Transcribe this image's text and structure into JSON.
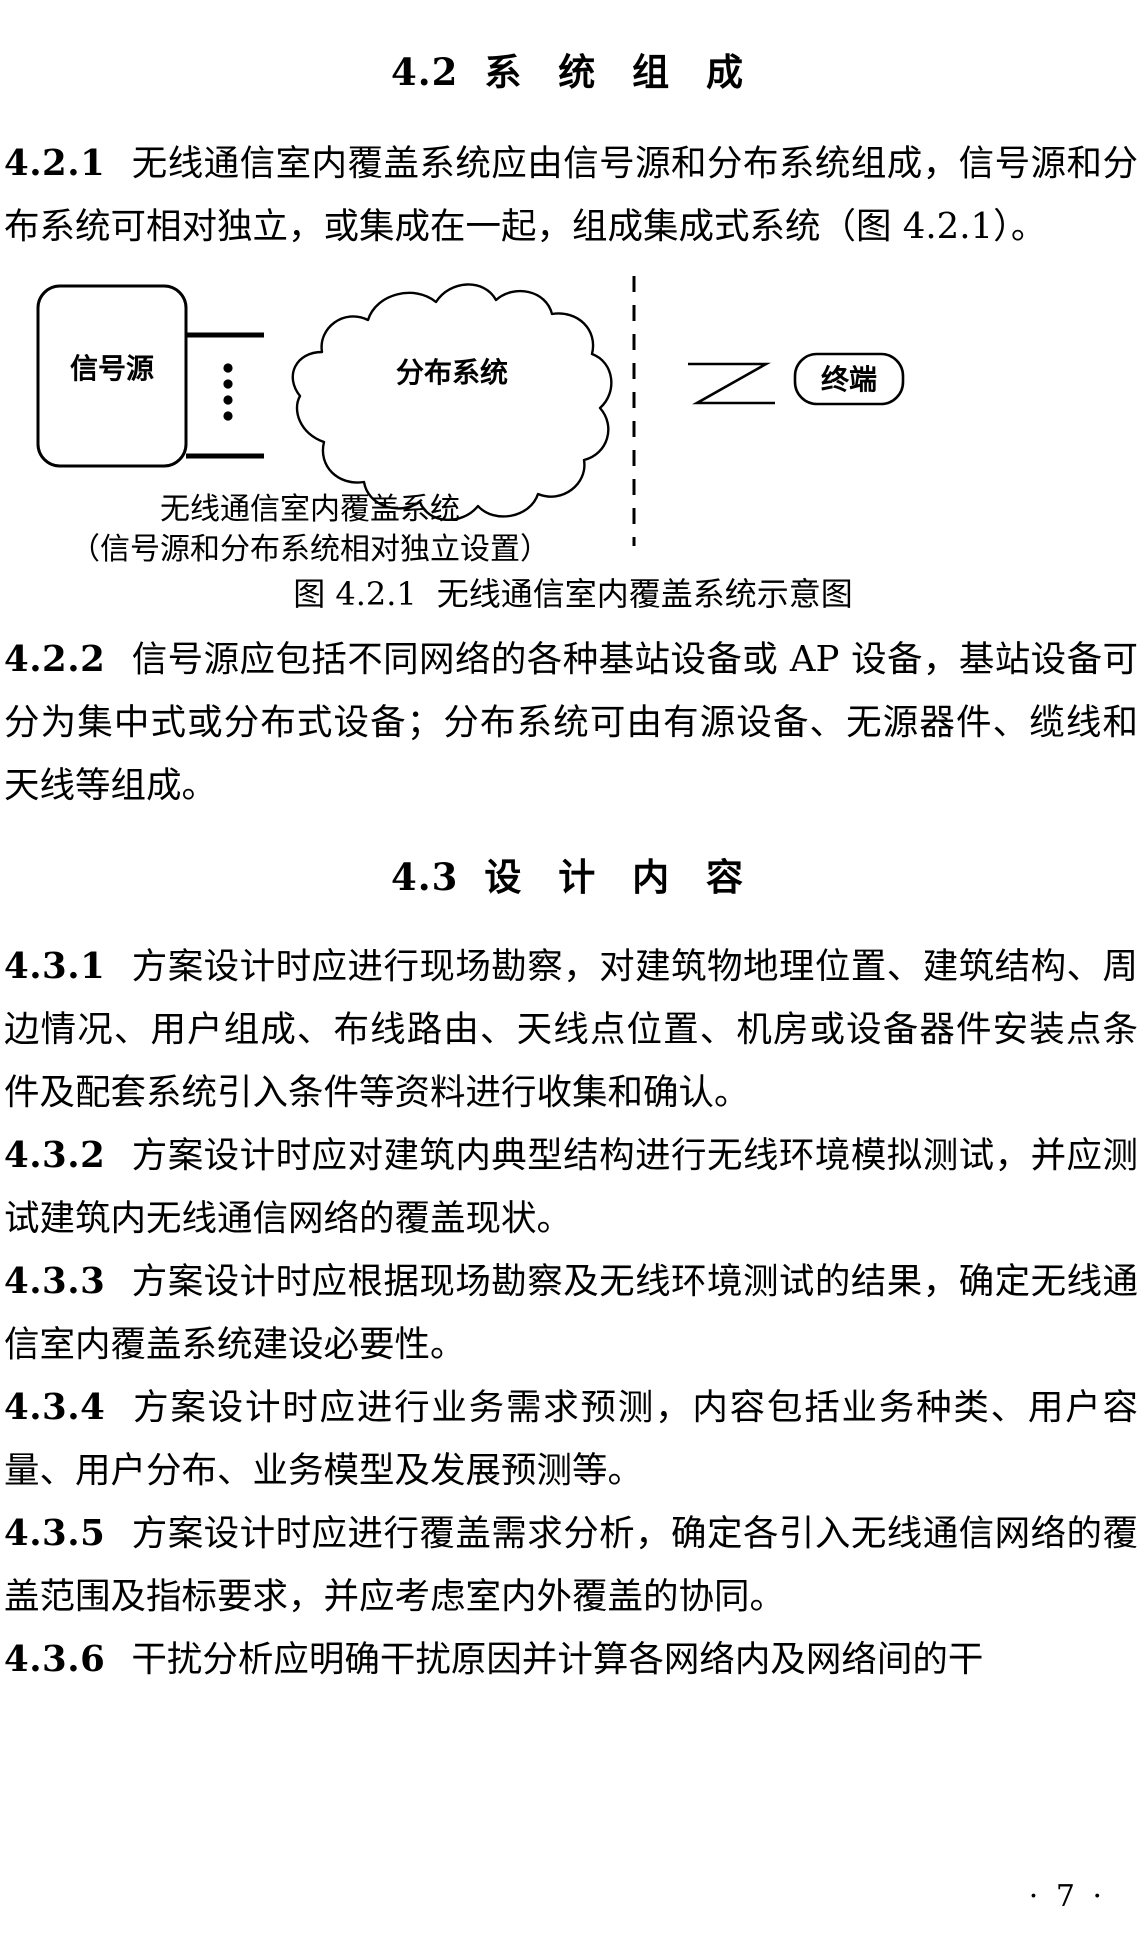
{
  "page": {
    "number": "· 7 ·"
  },
  "sections": [
    {
      "id": "4.2",
      "number": "4.2",
      "title": "系 统 组 成"
    },
    {
      "id": "4.3",
      "number": "4.3",
      "title": "设 计 内 容"
    }
  ],
  "clauses": {
    "c421": {
      "no": "4.2.1",
      "text": "无线通信室内覆盖系统应由信号源和分布系统组成，信号源和分布系统可相对独立，或集成在一起，组成集成式系统（图 4.2.1）。"
    },
    "c422": {
      "no": "4.2.2",
      "text": "信号源应包括不同网络的各种基站设备或 AP 设备，基站设备可分为集中式或分布式设备；分布系统可由有源设备、无源器件、缆线和天线等组成。"
    },
    "c431": {
      "no": "4.3.1",
      "text": "方案设计时应进行现场勘察，对建筑物地理位置、建筑结构、周边情况、用户组成、布线路由、天线点位置、机房或设备器件安装点条件及配套系统引入条件等资料进行收集和确认。"
    },
    "c432": {
      "no": "4.3.2",
      "text": "方案设计时应对建筑内典型结构进行无线环境模拟测试，并应测试建筑内无线通信网络的覆盖现状。"
    },
    "c433": {
      "no": "4.3.3",
      "text": "方案设计时应根据现场勘察及无线环境测试的结果，确定无线通信室内覆盖系统建设必要性。"
    },
    "c434": {
      "no": "4.3.4",
      "text": "方案设计时应进行业务需求预测，内容包括业务种类、用户容量、用户分布、业务模型及发展预测等。"
    },
    "c435": {
      "no": "4.3.5",
      "text": "方案设计时应进行覆盖需求分析，确定各引入无线通信网络的覆盖范围及指标要求，并应考虑室内外覆盖的协同。"
    },
    "c436": {
      "no": "4.3.6",
      "text": "干扰分析应明确干扰原因并计算各网络内及网络间的干"
    }
  },
  "figure": {
    "nodes": {
      "signal_source": "信号源",
      "distribution_system": "分布系统",
      "terminal": "终端"
    },
    "sublabel_line1": "无线通信室内覆盖系统",
    "sublabel_line2": "（信号源和分布系统相对独立设置）",
    "caption_number": "图 4.2.1",
    "caption_title": "无线通信室内覆盖系统示意图"
  }
}
